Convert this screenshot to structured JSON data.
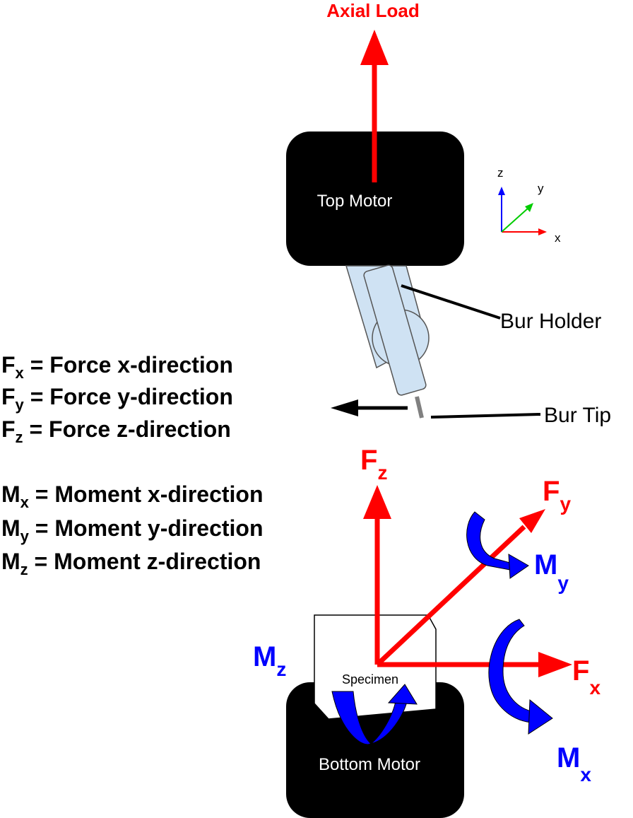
{
  "colors": {
    "force": "#ff0000",
    "moment": "#0000ff",
    "motor": "#000000",
    "motor_text": "#ffffff",
    "holder_fill": "#cfe2f3",
    "axis_x": "#ff0000",
    "axis_y": "#00cc00",
    "axis_z": "#0000ff"
  },
  "axial_load": "Axial Load",
  "top_motor": "Top Motor",
  "bottom_motor": "Bottom Motor",
  "specimen": "Specimen",
  "bur_holder": "Bur Holder",
  "bur_tip": "Bur Tip",
  "axes": {
    "x": "x",
    "y": "y",
    "z": "z"
  },
  "legend": [
    {
      "sym": "F",
      "sub": "x",
      "text": " = Force x-direction"
    },
    {
      "sym": "F",
      "sub": "y",
      "text": " = Force y-direction"
    },
    {
      "sym": "F",
      "sub": "z",
      "text": " = Force z-direction"
    },
    {
      "sym": "M",
      "sub": "x",
      "text": " = Moment x-direction"
    },
    {
      "sym": "M",
      "sub": "y",
      "text": " = Moment y-direction"
    },
    {
      "sym": "M",
      "sub": "z",
      "text": " = Moment z-direction"
    }
  ],
  "labels": {
    "fz": {
      "sym": "F",
      "sub": "z"
    },
    "fy": {
      "sym": "F",
      "sub": "y"
    },
    "fx": {
      "sym": "F",
      "sub": "x"
    },
    "my": {
      "sym": "M",
      "sub": "y"
    },
    "mx": {
      "sym": "M",
      "sub": "x"
    },
    "mz": {
      "sym": "M",
      "sub": "z"
    }
  }
}
